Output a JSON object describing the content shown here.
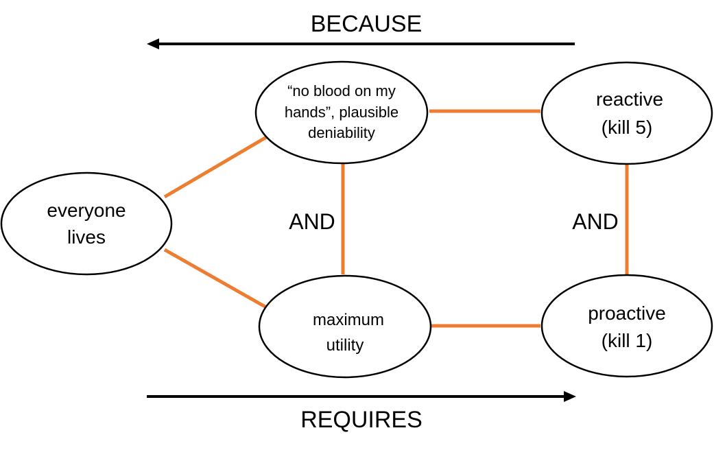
{
  "colors": {
    "edge": "#ED7D31",
    "stroke": "#000000"
  },
  "top_arrow": {
    "label": "BECAUSE",
    "direction": "left"
  },
  "bottom_arrow": {
    "label": "REQUIRES",
    "direction": "right"
  },
  "nodes": {
    "everyone_lives": {
      "lines": [
        "everyone",
        "lives"
      ]
    },
    "no_blood": {
      "lines": [
        "“no blood on my",
        "hands”, plausible",
        "deniability"
      ]
    },
    "reactive": {
      "lines": [
        "reactive",
        "(kill 5)"
      ]
    },
    "maximum_utility": {
      "lines": [
        "maximum",
        "utility"
      ]
    },
    "proactive": {
      "lines": [
        "proactive",
        "(kill 1)"
      ]
    }
  },
  "and_labels": {
    "left": "AND",
    "right": "AND"
  }
}
